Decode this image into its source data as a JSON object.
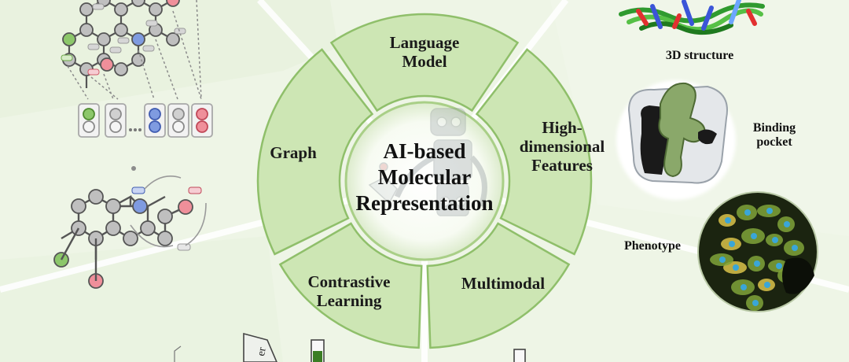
{
  "center_title": [
    "AI-based",
    "Molecular",
    "Representation"
  ],
  "segments": {
    "language_model": [
      "Language",
      "Model"
    ],
    "high_dimensional": [
      "High-",
      "dimensional",
      "Features"
    ],
    "graph": [
      "Graph"
    ],
    "contrastive": [
      "Contrastive",
      "Learning"
    ],
    "multimodal": [
      "Multimodal"
    ]
  },
  "right_panel": {
    "structure_3d": "3D structure",
    "binding_pocket": [
      "Binding",
      "pocket"
    ],
    "phenotype": "Phenotype"
  },
  "colors": {
    "segment_fill": "#cde6b4",
    "segment_stroke": "#8fbf6a",
    "background_green": "#eef5e6",
    "node_gray": "#bfbfbf",
    "node_green": "#8cc76a",
    "node_blue": "#7f9be0",
    "node_red": "#ef8f9a"
  }
}
